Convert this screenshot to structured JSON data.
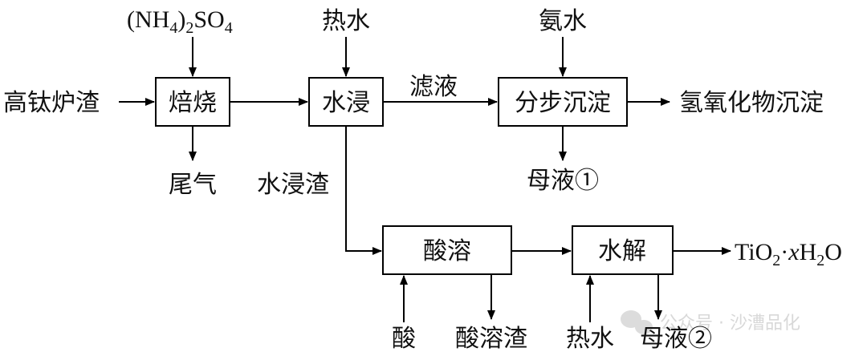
{
  "reagents": {
    "ammonium_sulfate": {
      "a": "(NH",
      "s1": "4",
      "b": ")",
      "s2": "2",
      "c": "SO",
      "s3": "4"
    },
    "hot_water_top": "热水",
    "ammonia_water": "氨水",
    "acid": "酸",
    "hot_water_bottom": "热水"
  },
  "boxes": {
    "roast": "焙烧",
    "water_leach": "水浸",
    "stepwise_precipitation": "分步沉淀",
    "acid_dissolve": "酸溶",
    "hydrolysis": "水解"
  },
  "streams": {
    "feed": "高钛炉渣",
    "tail_gas": "尾气",
    "filtrate": "滤液",
    "water_leach_residue": "水浸渣",
    "hydroxide_precipitate": "氢氧化物沉淀",
    "mother_liquor_1": "母液①",
    "acid_residue": "酸溶渣",
    "mother_liquor_2": "母液②"
  },
  "product": {
    "a": "TiO",
    "s1": "2",
    "dot": "·",
    "x": "x",
    "b": "H",
    "s2": "2",
    "c": "O"
  },
  "watermark": "公众号 · 沙漕品化"
}
